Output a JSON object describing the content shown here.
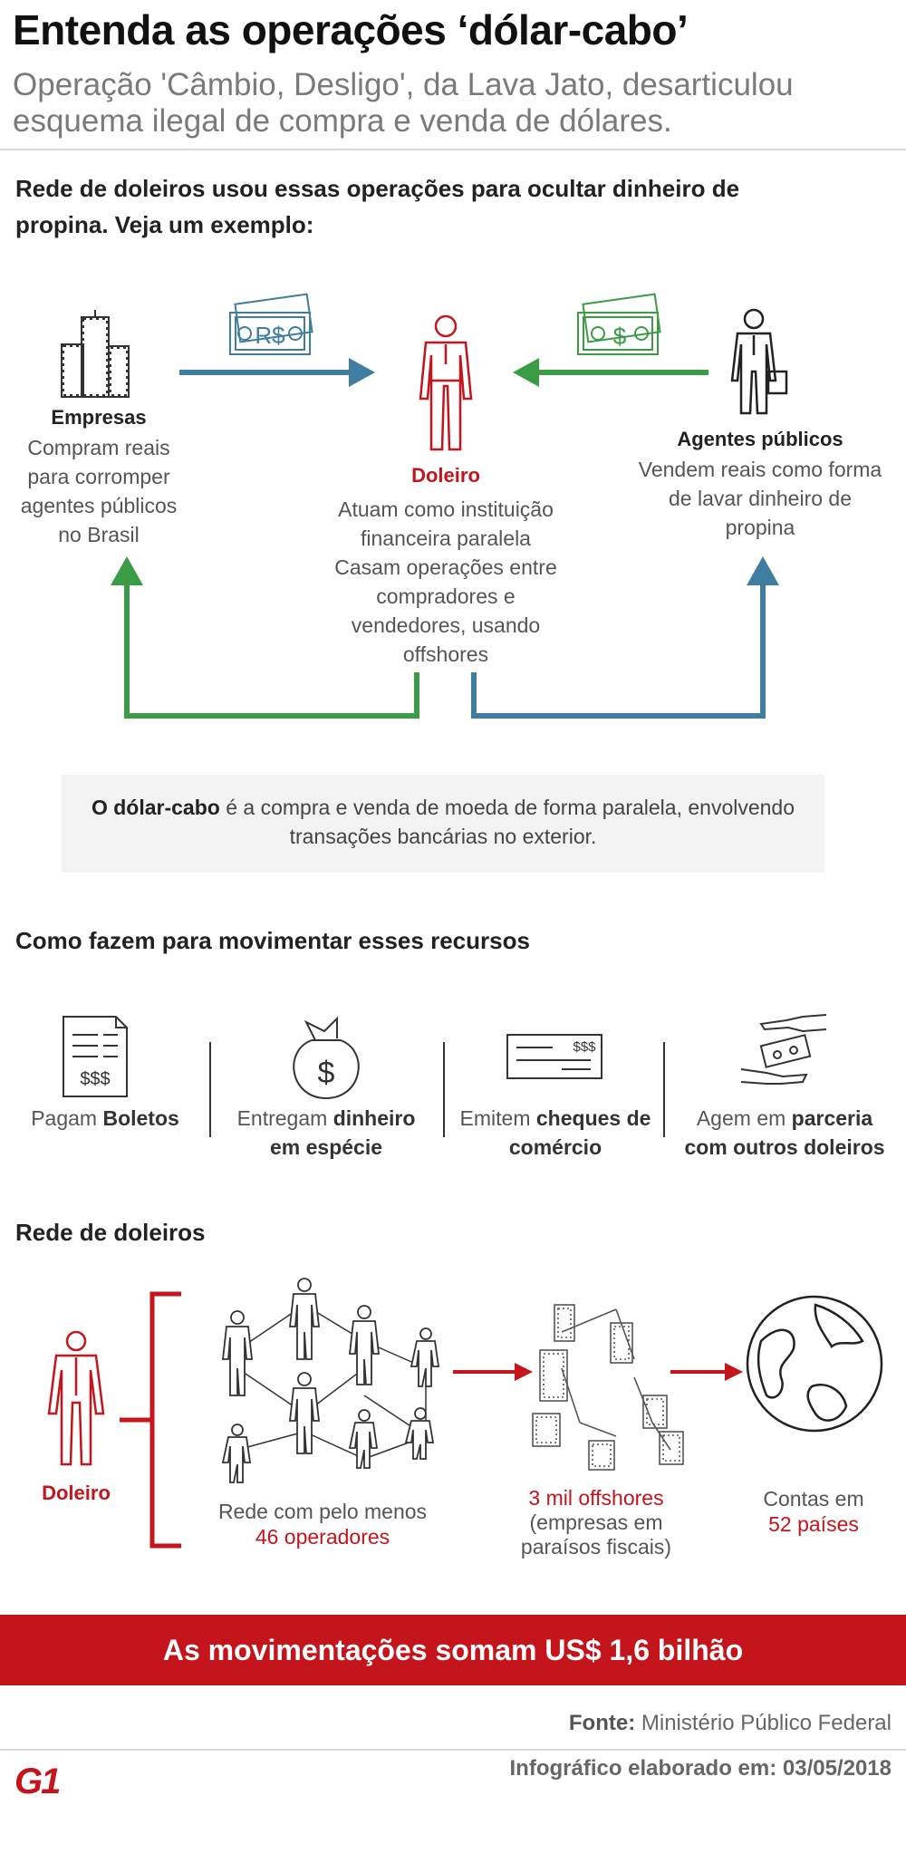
{
  "header": {
    "title": "Entenda as operações ‘dólar-cabo’",
    "subtitle": "Operação 'Câmbio, Desligo', da Lava Jato, desarticulou esquema ilegal de compra e venda de dólares."
  },
  "section1": {
    "heading": "Rede de doleiros usou essas operações para ocultar dinheiro de propina. Veja um exemplo:",
    "empresas": {
      "title": "Empresas",
      "text": "Compram reais para corromper agentes públicos no Brasil"
    },
    "doleiro": {
      "title": "Doleiro",
      "text1": "Atuam como instituição financeira paralela",
      "text2": "Casam operações entre compradores e vendedores, usando offshores"
    },
    "agentes": {
      "title": "Agentes públicos",
      "text": "Vendem reais como forma de lavar dinheiro de propina"
    },
    "note_left_currency": "R$",
    "note_right_currency": "$"
  },
  "infobox": {
    "term": "O dólar-cabo",
    "text": " é a compra e venda de moeda de forma paralela, envolvendo transações bancárias no exterior."
  },
  "section2": {
    "heading": "Como fazem para movimentar esses recursos",
    "bill_symbols": "$$$",
    "bag_symbol": "$",
    "cheque_symbols": "$$$",
    "items": [
      {
        "pre": "Pagam ",
        "bold": "Boletos"
      },
      {
        "pre": "Entregam ",
        "bold": "dinheiro em espécie"
      },
      {
        "pre": "Emitem ",
        "bold": "cheques de comércio"
      },
      {
        "pre": "Agem em ",
        "bold": "parceria com outros doleiros"
      }
    ]
  },
  "section3": {
    "heading": "Rede de doleiros",
    "doleiro": "Doleiro",
    "network_text": "Rede com pelo menos",
    "network_highlight": "46 operadores",
    "offshores_highlight": "3 mil offshores",
    "offshores_text": "(empresas em paraísos fiscais)",
    "accounts_text": "Contas em",
    "accounts_highlight": "52 países"
  },
  "banner": "As movimentações somam US$ 1,6 bilhão",
  "footer": {
    "source_label": "Fonte:",
    "source": " Ministério Público Federal",
    "date_label": "Infográfico elaborado em: 03/05/2018",
    "logo": "G1"
  },
  "colors": {
    "red": "#c4151c",
    "green": "#3a9d45",
    "blue": "#3f7ea0"
  }
}
